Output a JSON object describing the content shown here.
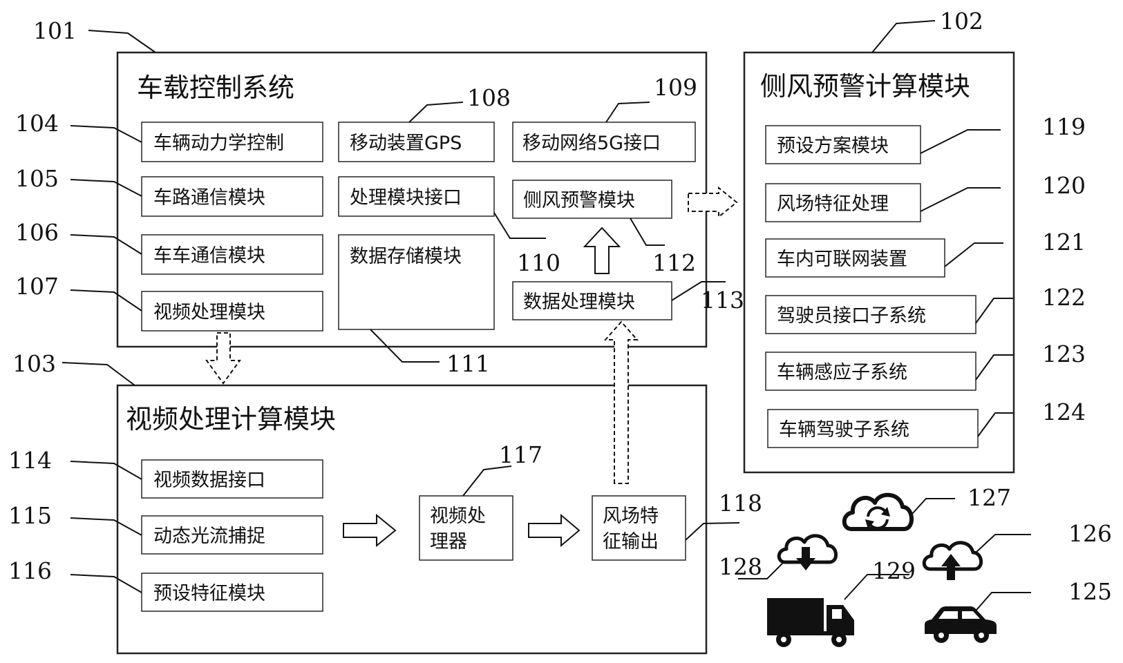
{
  "groups": {
    "vehicle_control": "车载控制系统",
    "video_compute": "视频处理计算模块",
    "crosswind_compute": "侧风预警计算模块"
  },
  "modules": {
    "m104": "车辆动力学控制",
    "m105": "车路通信模块",
    "m106": "车车通信模块",
    "m107": "视频处理模块",
    "m108": "移动装置GPS",
    "m109": "移动网络5G接口",
    "m110": "处理模块接口",
    "m111": "数据存储模块",
    "m112": "侧风预警模块",
    "m113": "数据处理模块",
    "m114": "视频数据接口",
    "m115": "动态光流捕捉",
    "m116": "预设特征模块",
    "m117_line1": "视频处",
    "m117_line2": "理器",
    "m118_line1": "风场特",
    "m118_line2": "征输出",
    "m119": "预设方案模块",
    "m120": "风场特征处理",
    "m121": "车内可联网装置",
    "m122": "驾驶员接口子系统",
    "m123": "车辆感应子系统",
    "m124": "车辆驾驶子系统"
  },
  "refs": {
    "r101": "101",
    "r102": "102",
    "r103": "103",
    "r104": "104",
    "r105": "105",
    "r106": "106",
    "r107": "107",
    "r108": "108",
    "r109": "109",
    "r110": "110",
    "r111": "111",
    "r112": "112",
    "r113": "113",
    "r114": "114",
    "r115": "115",
    "r116": "116",
    "r117": "117",
    "r118": "118",
    "r119": "119",
    "r120": "120",
    "r121": "121",
    "r122": "122",
    "r123": "123",
    "r124": "124",
    "r125": "125",
    "r126": "126",
    "r127": "127",
    "r128": "128",
    "r129": "129"
  },
  "icons": {
    "i125": "car-icon",
    "i126": "cloud-upload-icon",
    "i127": "cloud-sync-icon",
    "i128": "cloud-download-icon",
    "i129": "truck-icon"
  }
}
